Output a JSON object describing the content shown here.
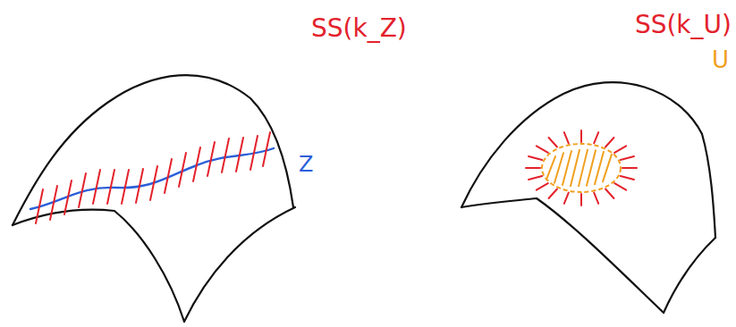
{
  "diagram": {
    "labels": [
      "SS(k_Z)",
      "Z",
      "SS(k_U)",
      "U"
    ]
  }
}
